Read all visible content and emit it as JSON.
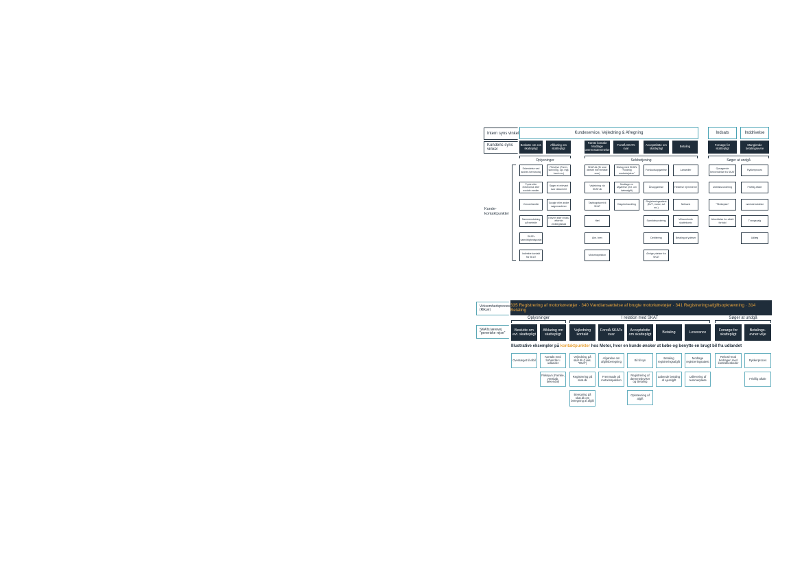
{
  "top": {
    "row1_label": "Intern syns vinkel",
    "row1_boxes": [
      "Kundeservice, Vejledning  & Afregning",
      "Indsats",
      "Inddrivelse"
    ],
    "row2_label": "Kundens syns vinkel",
    "row2_boxes": [
      "Beslutte om evt. skattepligt",
      "Afklaring om skattepligt",
      "Første kontakt Modtage overensstemmelse",
      "Forstå SKATs svar",
      "Acceptafstte om skattepligt",
      "Betaling",
      "Forsøge for skattepligt",
      "Manglende betalingsevne"
    ],
    "groups": [
      "Oplysninger",
      "Selvbetjening",
      "Søger at undgå"
    ],
    "side_label": "Kunde-\nkontaktpunkter",
    "col1": [
      "Erkendelse ved andres henvisning",
      "Tryde eller elektronisk eller sociale medier",
      "Venner/familie",
      "Sammenslutning på website",
      "SKATs samvittighedsportal",
      "Indirekte kontakt fra SKAT"
    ],
    "col2": [
      "Fileslyvn (Farvn, skrivning, opl. mgt, bank mv.)",
      "Søger et relevant svar dokument",
      "Google eller andre søgemaskiner",
      "Ethvert eller endnu eftertrin vedtægtsblad"
    ],
    "col3": [
      "SKAT.dk (Er svar direkte eller bedste svar)",
      "Vejledning via SKAT.dk",
      "Tastbogstavet til SKAT",
      "Hæl",
      "Alm. brev",
      "Motorinspektion"
    ],
    "col4": [
      "Dialog med SKATs \"Fordelig medarbejdere\"",
      "Modtage en afgørelse (evt. om købsafgift)",
      "Klagebehandling"
    ],
    "col5": [
      "Forskudsopgørelse",
      "Årsopgørelse",
      "Registreringsattest (DVT, motor, evt mv.)",
      "Samtidsvurdering",
      "Debitering",
      "Øvrige ydelser fra SKAT"
    ],
    "col6": [
      "Lønsedler",
      "Heldelse hjemmerne",
      "Netbank",
      "Virksomheds skattekonto",
      "Betaling af ydelser"
    ],
    "col7": [
      "Opsøgende henvendelse fra SKAT",
      "Udetaksvurdering",
      "\"Tilsikeplan\"",
      "Afmeldelse for afdelt forhold"
    ],
    "col8": [
      "Rykkerproces",
      "Frivillig aftale",
      "Lønindeholdelse",
      "Tvangssalg",
      "Udlæg"
    ]
  },
  "bottom": {
    "side_label1": "Virksomhedsprocesser (Rikue)",
    "banner": "335 Registrering af motorkøretøjer · 340 Værdiansættelse af brugte motorkøretøjer · 341 Registreringsafgiftsopkrævning · 314 Betaling",
    "groups": [
      "Oplysninger",
      "I relation med SKAT",
      "Søger at undgå"
    ],
    "side_label2": "SKATs lærevej \"generiske rejse\"",
    "steps": [
      "Beslutte om evt. skattepligt",
      "Afklaring om skattepligt",
      "Vejledning kontakt",
      "Forstå SKATs svar",
      "Acceptafstte om skattepligt",
      "Betaling",
      "Leverance",
      "Forsøge for skattepligt",
      "Betalings-evner-vilje"
    ],
    "heading_pre": "Illustrative eksempler på ",
    "heading_hl": "kontaktpunkter",
    "heading_post": " hos Motor, hvor en kunde ønsker at købe og benytte en brugt bil fra udlandet",
    "c1": [
      "Oversæget til elbil"
    ],
    "c2": [
      "Kontakt med forhandler i udlandet",
      "Fleksyvn (Familie, venskab, bekendte)"
    ],
    "c3": [
      "Vejledning på skat.dk (f.eks. \"Dtvil\")",
      "Registrering på skat.dk",
      "Beregning på skat.dk om beregning af afgift"
    ],
    "c4": [
      "Afgørelse om afgiftsberegning",
      "Fremmøde på motorinspektion"
    ],
    "c5": [
      "Bil til syn",
      "Registrering af dæmmebeviser og Betaling",
      "Opkrævning af afgift"
    ],
    "c6": [
      "Betaling registreringsafgift",
      "Løbende betaling af ejerafgift"
    ],
    "c7": [
      "Modtage registreringsattest",
      "Udlevering af nummerplade"
    ],
    "c8": [
      "Rekord-mod bedrageri med kontrolbeskeder"
    ],
    "c9": [
      "Rykkerproces",
      "Frivillig aftale"
    ]
  }
}
